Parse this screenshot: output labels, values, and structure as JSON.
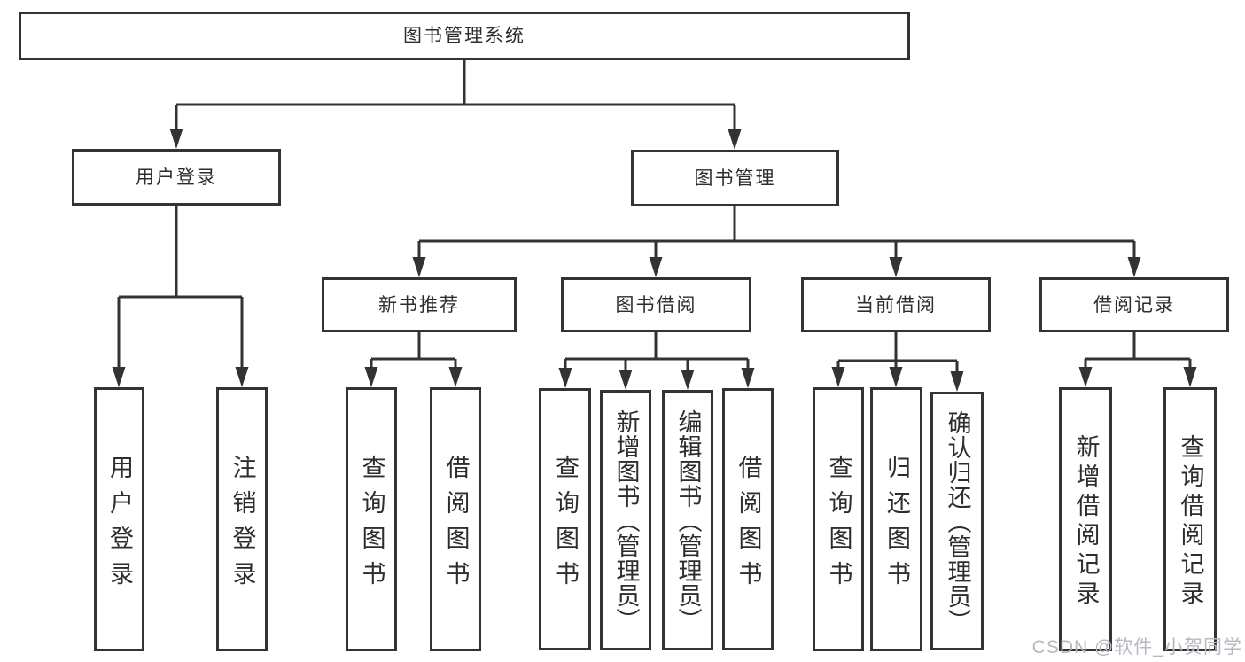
{
  "diagram_type": "hierarchy-tree",
  "colors": {
    "background": "#ffffff",
    "line": "#333333",
    "box_border": "#333333",
    "text": "#2d2d2d",
    "watermark": "#b5b9c0"
  },
  "tree": {
    "label": "图书管理系统",
    "children": [
      {
        "label": "用户登录",
        "children": [
          {
            "label": "用户登录"
          },
          {
            "label": "注销登录"
          }
        ]
      },
      {
        "label": "图书管理",
        "children": [
          {
            "label": "新书推荐",
            "children": [
              {
                "label": "查询图书"
              },
              {
                "label": "借阅图书"
              }
            ]
          },
          {
            "label": "图书借阅",
            "children": [
              {
                "label": "查询图书"
              },
              {
                "label": "新增图书（管理员）"
              },
              {
                "label": "编辑图书（管理员）"
              },
              {
                "label": "借阅图书"
              }
            ]
          },
          {
            "label": "当前借阅",
            "children": [
              {
                "label": "查询图书"
              },
              {
                "label": "归还图书"
              },
              {
                "label": "确认归还（管理员）"
              }
            ]
          },
          {
            "label": "借阅记录",
            "children": [
              {
                "label": "新增借阅记录"
              },
              {
                "label": "查询借阅记录"
              }
            ]
          }
        ]
      }
    ]
  },
  "watermark": {
    "text": "CSDN @软件_小贺同学"
  }
}
